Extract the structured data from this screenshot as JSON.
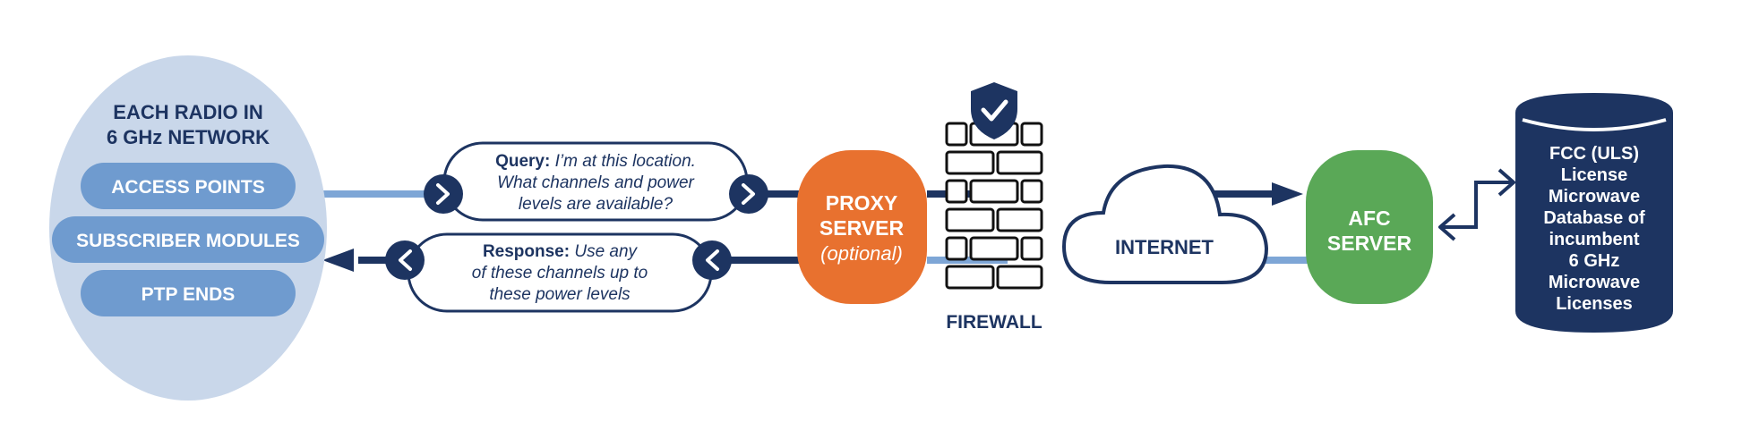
{
  "radio_group": {
    "title_line1": "EACH RADIO IN",
    "title_line2": "6 GHz NETWORK",
    "items": [
      {
        "label": "ACCESS POINTS"
      },
      {
        "label": "SUBSCRIBER MODULES"
      },
      {
        "label": "PTP ENDS"
      }
    ]
  },
  "query_bubble": {
    "prefix": "Query:",
    "line1": " I’m at this location.",
    "line2": "What channels and power",
    "line3": "levels are available?"
  },
  "response_bubble": {
    "prefix": "Response:",
    "line1": " Use any",
    "line2": "of these channels up to",
    "line3": "these power levels"
  },
  "proxy": {
    "line1": "PROXY",
    "line2": "SERVER",
    "line3": "(optional)"
  },
  "firewall": {
    "label": "FIREWALL"
  },
  "internet": {
    "label": "INTERNET"
  },
  "afc": {
    "line1": "AFC",
    "line2": "SERVER"
  },
  "database": {
    "lines": [
      "FCC (ULS)",
      "License",
      "Microwave",
      "Database of",
      "incumbent",
      "6 GHz",
      "Microwave",
      "Licenses"
    ]
  },
  "colors": {
    "navy": "#1d3461",
    "light_blue": "#c9d7ea",
    "mid_blue": "#6f9bcf",
    "line_blue": "#7ea6d6",
    "orange": "#e8712f",
    "green": "#5aa857"
  }
}
